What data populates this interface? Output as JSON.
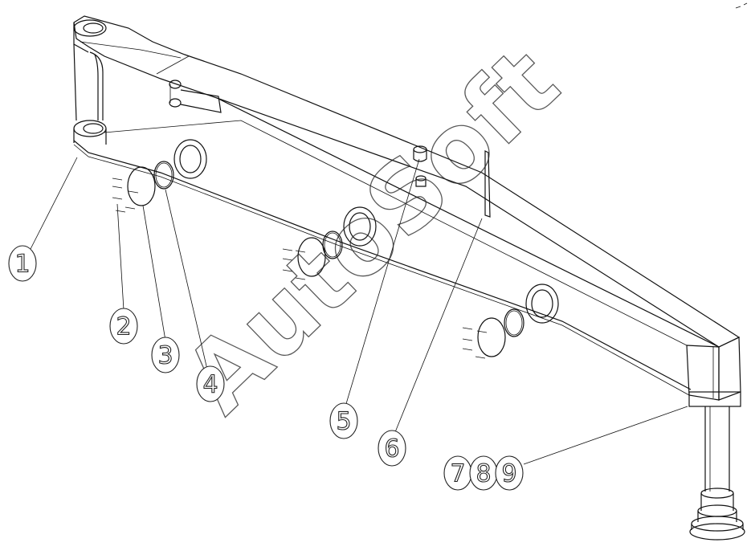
{
  "watermark": "AutoSoft",
  "callouts": [
    {
      "id": "1",
      "label": "1"
    },
    {
      "id": "2",
      "label": "2"
    },
    {
      "id": "3",
      "label": "3"
    },
    {
      "id": "4",
      "label": "4"
    },
    {
      "id": "5",
      "label": "5"
    },
    {
      "id": "6",
      "label": "6"
    },
    {
      "id": "7",
      "label": "7"
    },
    {
      "id": "8",
      "label": "8"
    },
    {
      "id": "9",
      "label": "9"
    }
  ],
  "colors": {
    "line": "#111111",
    "background": "#ffffff"
  }
}
